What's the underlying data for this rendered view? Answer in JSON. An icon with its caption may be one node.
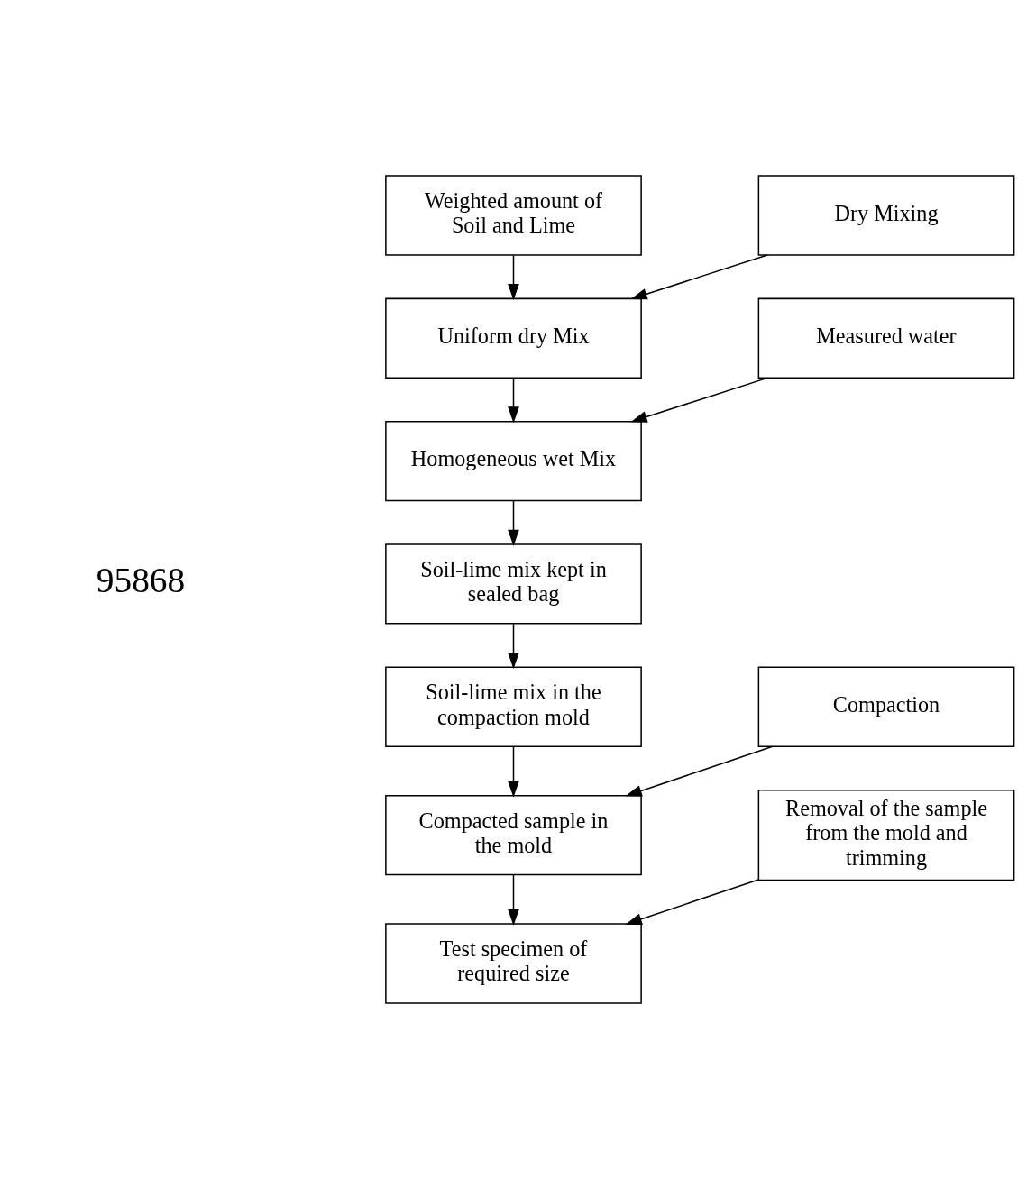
{
  "diagram": {
    "nodes": [
      {
        "text": [
          "Weighted amount of Soil and Lime"
        ]
      },
      {
        "text": [
          "Dry Mixing"
        ]
      },
      {
        "text": [
          "Uniform dry Mix"
        ]
      },
      {
        "text": [
          "Measured water"
        ]
      },
      {
        "text": [
          "Homogeneous wet Mix"
        ]
      },
      {
        "text": [
          "Soil-lime mix kept in sealed bag"
        ]
      },
      {
        "text": [
          "Soil-lime mix in the compaction mold"
        ]
      },
      {
        "text": [
          "Compaction"
        ]
      },
      {
        "text": [
          "Compacted sample in the mold"
        ]
      },
      {
        "text": [
          "Removal of the sample from the mold and trimming"
        ]
      },
      {
        "text": [
          "Test specimen of required size"
        ]
      }
    ],
    "edges": [
      {
        "from": 0,
        "to": 2,
        "arrow": "to"
      },
      {
        "from": 1,
        "to": 2,
        "arrow": "to"
      },
      {
        "from": 2,
        "to": 4,
        "arrow": "to"
      },
      {
        "from": 3,
        "to": 4,
        "arrow": "to"
      },
      {
        "from": 4,
        "to": 5,
        "arrow": "to"
      },
      {
        "from": 5,
        "to": 6,
        "arrow": "to"
      },
      {
        "from": 6,
        "to": 8,
        "arrow": "to"
      },
      {
        "from": 7,
        "to": 8,
        "arrow": "to"
      },
      {
        "from": 8,
        "to": 10,
        "arrow": "to"
      },
      {
        "from": 9,
        "to": 10,
        "arrow": "to"
      }
    ],
    "labels": [
      "95868"
    ]
  }
}
